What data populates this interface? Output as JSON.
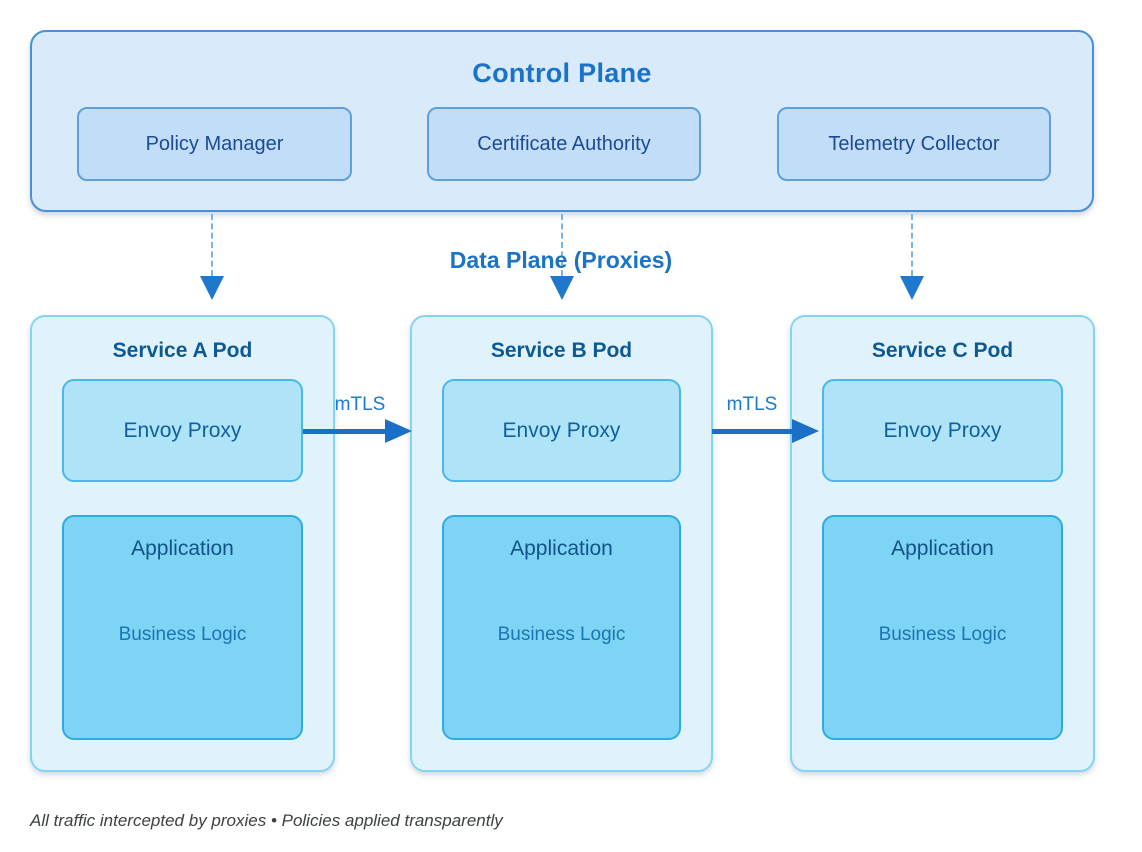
{
  "colors": {
    "primary-blue": "#1a73c8",
    "control-fill": "#d9eafa",
    "control-border": "#4a90d8",
    "comp-fill": "#c2ddf8",
    "comp-border": "#5f9fdc",
    "comp-text": "#1c4b93",
    "dash-color": "#79b6e6",
    "head-color": "#1e79cc",
    "pod-fill": "#e0f3fc",
    "pod-border": "#85d4f2",
    "pod-title": "#0e5992",
    "envoy-fill": "#aee3f8",
    "envoy-border": "#49b7ea",
    "envoy-text": "#10609e",
    "app-fill": "#7dd4f4",
    "app-border": "#2fabe1",
    "app-title": "#14538a",
    "app-sub": "#1a75b5",
    "arrow-color": "#1b6fc6",
    "mtls-text": "#1c79cc",
    "footer-text": "#3d4043"
  },
  "control_plane": {
    "title": "Control Plane",
    "components": [
      {
        "label": "Policy Manager"
      },
      {
        "label": "Certificate Authority"
      },
      {
        "label": "Telemetry Collector"
      }
    ]
  },
  "data_plane": {
    "title": "Data Plane (Proxies)",
    "mtls_label": "mTLS"
  },
  "pods": [
    {
      "title": "Service A Pod",
      "proxy": "Envoy Proxy",
      "app": "Application",
      "app_detail": "Business Logic"
    },
    {
      "title": "Service B Pod",
      "proxy": "Envoy Proxy",
      "app": "Application",
      "app_detail": "Business Logic"
    },
    {
      "title": "Service C Pod",
      "proxy": "Envoy Proxy",
      "app": "Application",
      "app_detail": "Business Logic"
    }
  ],
  "footer": {
    "note": "All traffic intercepted by proxies • Policies applied transparently"
  }
}
